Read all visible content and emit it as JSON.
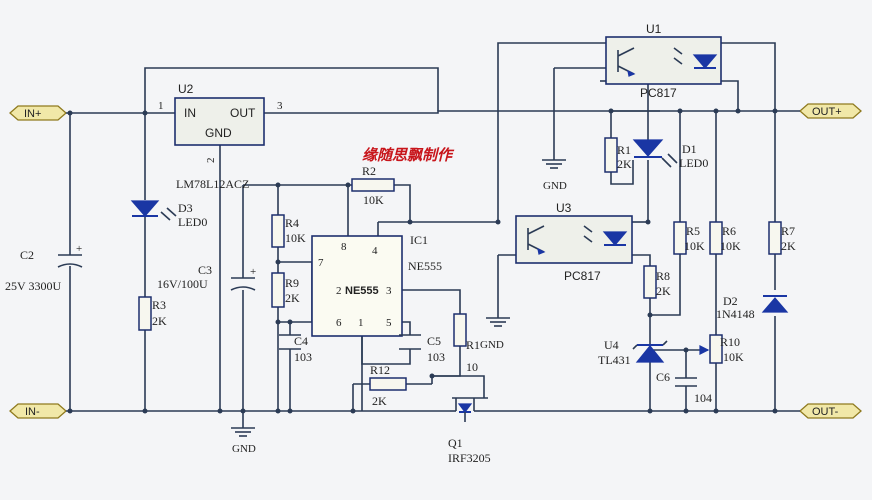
{
  "title": "缘随思飘制作",
  "ports": {
    "in_plus": "IN+",
    "in_minus": "IN-",
    "out_plus": "OUT+",
    "out_minus": "OUT-"
  },
  "ground": "GND",
  "components": {
    "u2": {
      "ref": "U2",
      "part": "LM78L12ACZ",
      "in": "IN",
      "out": "OUT",
      "gnd": "GND",
      "pin1": "1",
      "pin2": "2",
      "pin3": "3"
    },
    "c2": {
      "ref": "C2",
      "value": "25V 3300U"
    },
    "c3": {
      "ref": "C3",
      "value": "16V/100U"
    },
    "d3": {
      "ref": "D3",
      "value": "LED0"
    },
    "r3": {
      "ref": "R3",
      "value": "2K"
    },
    "r2": {
      "ref": "R2",
      "value": "10K"
    },
    "r4": {
      "ref": "R4",
      "value": "10K"
    },
    "r9": {
      "ref": "R9",
      "value": "2K"
    },
    "c4": {
      "ref": "C4",
      "value": "103"
    },
    "c5": {
      "ref": "C5",
      "value": "103"
    },
    "ic1": {
      "ref": "IC1",
      "part": "NE555",
      "inner": "NE555",
      "p8": "8",
      "p4": "4",
      "p7": "7",
      "p2": "2",
      "p3": "3",
      "p6": "6",
      "p1": "1",
      "p5": "5"
    },
    "r1_gate": {
      "ref": "R1",
      "value": "10"
    },
    "r12": {
      "ref": "R12",
      "value": "2K"
    },
    "q1": {
      "ref": "Q1",
      "part": "IRF3205"
    },
    "u1": {
      "ref": "U1",
      "part": "PC817"
    },
    "u3": {
      "ref": "U3",
      "part": "PC817"
    },
    "r1": {
      "ref": "R1",
      "value": "2K"
    },
    "d1": {
      "ref": "D1",
      "value": "LED0"
    },
    "r5": {
      "ref": "R5",
      "value": "10K"
    },
    "r6": {
      "ref": "R6",
      "value": "10K"
    },
    "r7": {
      "ref": "R7",
      "value": "2K"
    },
    "r8": {
      "ref": "R8",
      "value": "2K"
    },
    "u4": {
      "ref": "U4",
      "part": "TL431"
    },
    "r10": {
      "ref": "R10",
      "value": "10K"
    },
    "c6": {
      "ref": "C6",
      "value": "104"
    },
    "d2": {
      "ref": "D2",
      "part": "1N4148"
    }
  }
}
